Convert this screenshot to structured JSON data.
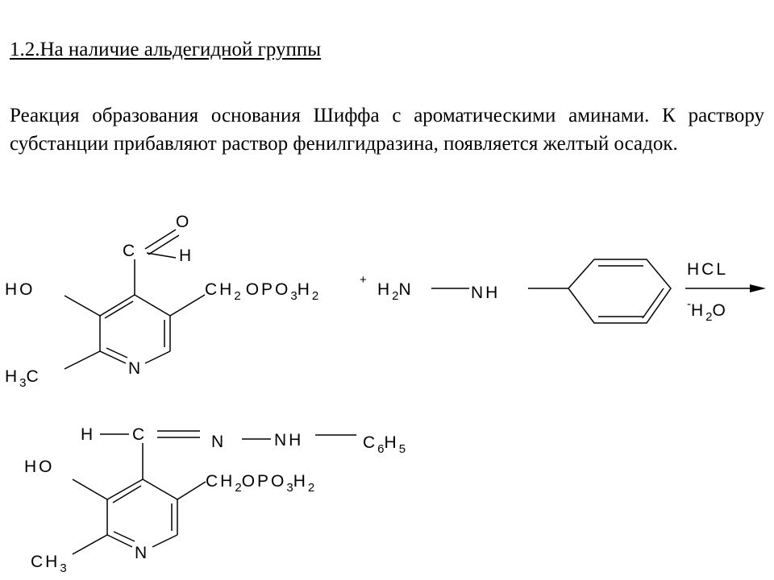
{
  "heading": "1.2.На наличие альдегидной группы",
  "paragraph": "Реакция образования основания Шиффа с ароматическими аминами. К раствору субстанции прибавляют раствор фенилгидразина, появляется желтый осадок.",
  "reaction": {
    "reactant": {
      "aldehyde_O": "O",
      "aldehyde_C": "C",
      "aldehyde_H": "H",
      "hydroxyl": "HO",
      "methyl": "H",
      "methyl_sub": "3",
      "methyl_C": "C",
      "ring_N": "N",
      "side_chain": [
        "CH",
        "2",
        "OPO",
        "3",
        "H",
        "2"
      ]
    },
    "plus": "+",
    "reagent": {
      "h2n": [
        "H",
        "2",
        "N"
      ],
      "nh": "NH"
    },
    "condition_top": "HCL",
    "condition_bottom": [
      "-",
      "H",
      "2",
      "O"
    ],
    "product": {
      "h": "H",
      "c": "C",
      "n": "N",
      "nh": "NH",
      "phenyl": [
        "C",
        "6",
        "H",
        "5"
      ],
      "hydroxyl": "HO",
      "side_chain": [
        "CH",
        "2",
        "OPO",
        "3",
        "H",
        "2"
      ],
      "ring_N": "N",
      "methyl": [
        "CH",
        "3"
      ]
    }
  }
}
